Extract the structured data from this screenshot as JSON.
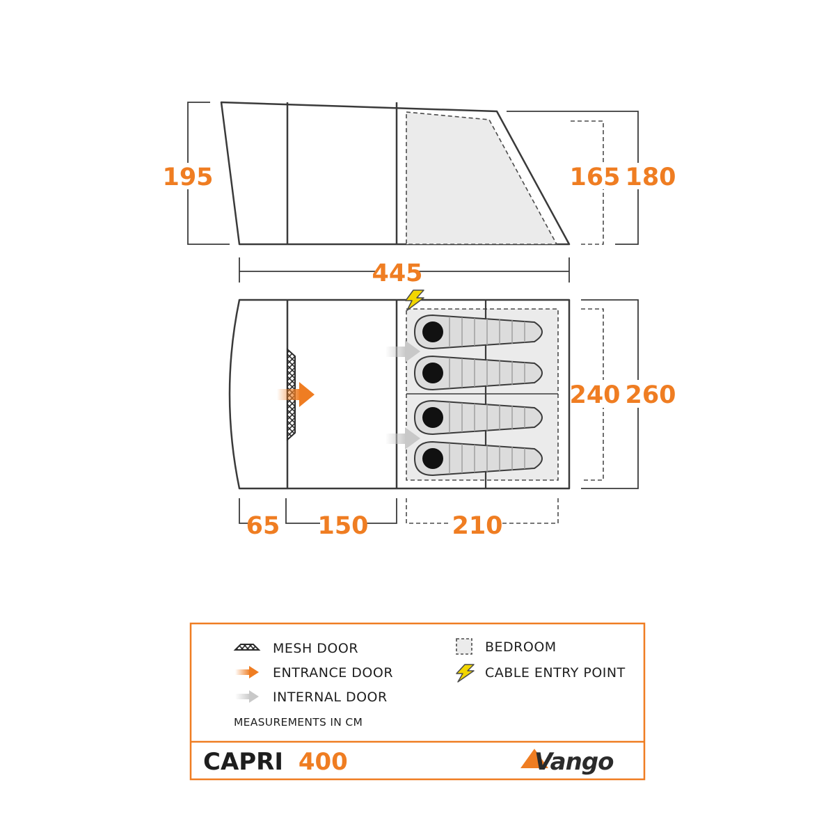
{
  "dimensions": {
    "side_height_left": "195",
    "side_height_bedroom": "165",
    "side_height_right": "180",
    "total_length": "445",
    "bedroom_width": "240",
    "total_width": "260",
    "porch_depth": "65",
    "living_depth": "150",
    "bedroom_depth": "210"
  },
  "legend": {
    "mesh_door": "MESH DOOR",
    "entrance_door": "ENTRANCE DOOR",
    "internal_door": "INTERNAL DOOR",
    "bedroom": "BEDROOM",
    "cable_entry": "CABLE ENTRY POINT",
    "measurements_note": "MEASUREMENTS IN CM"
  },
  "footer": {
    "model_name": "CAPRI",
    "model_number": "400",
    "brand": "Vango"
  },
  "colors": {
    "accent": "#ef7d22",
    "outline": "#3a3a3a",
    "bedroom_fill": "#ebebeb",
    "internal_arrow": "#c8c8c8",
    "bolt": "#f2d600"
  },
  "icons": [
    "mesh-door-icon",
    "entrance-arrow-icon",
    "internal-arrow-icon",
    "bedroom-swatch-icon",
    "lightning-icon",
    "sleeping-bag-icon",
    "vango-logo-icon"
  ]
}
